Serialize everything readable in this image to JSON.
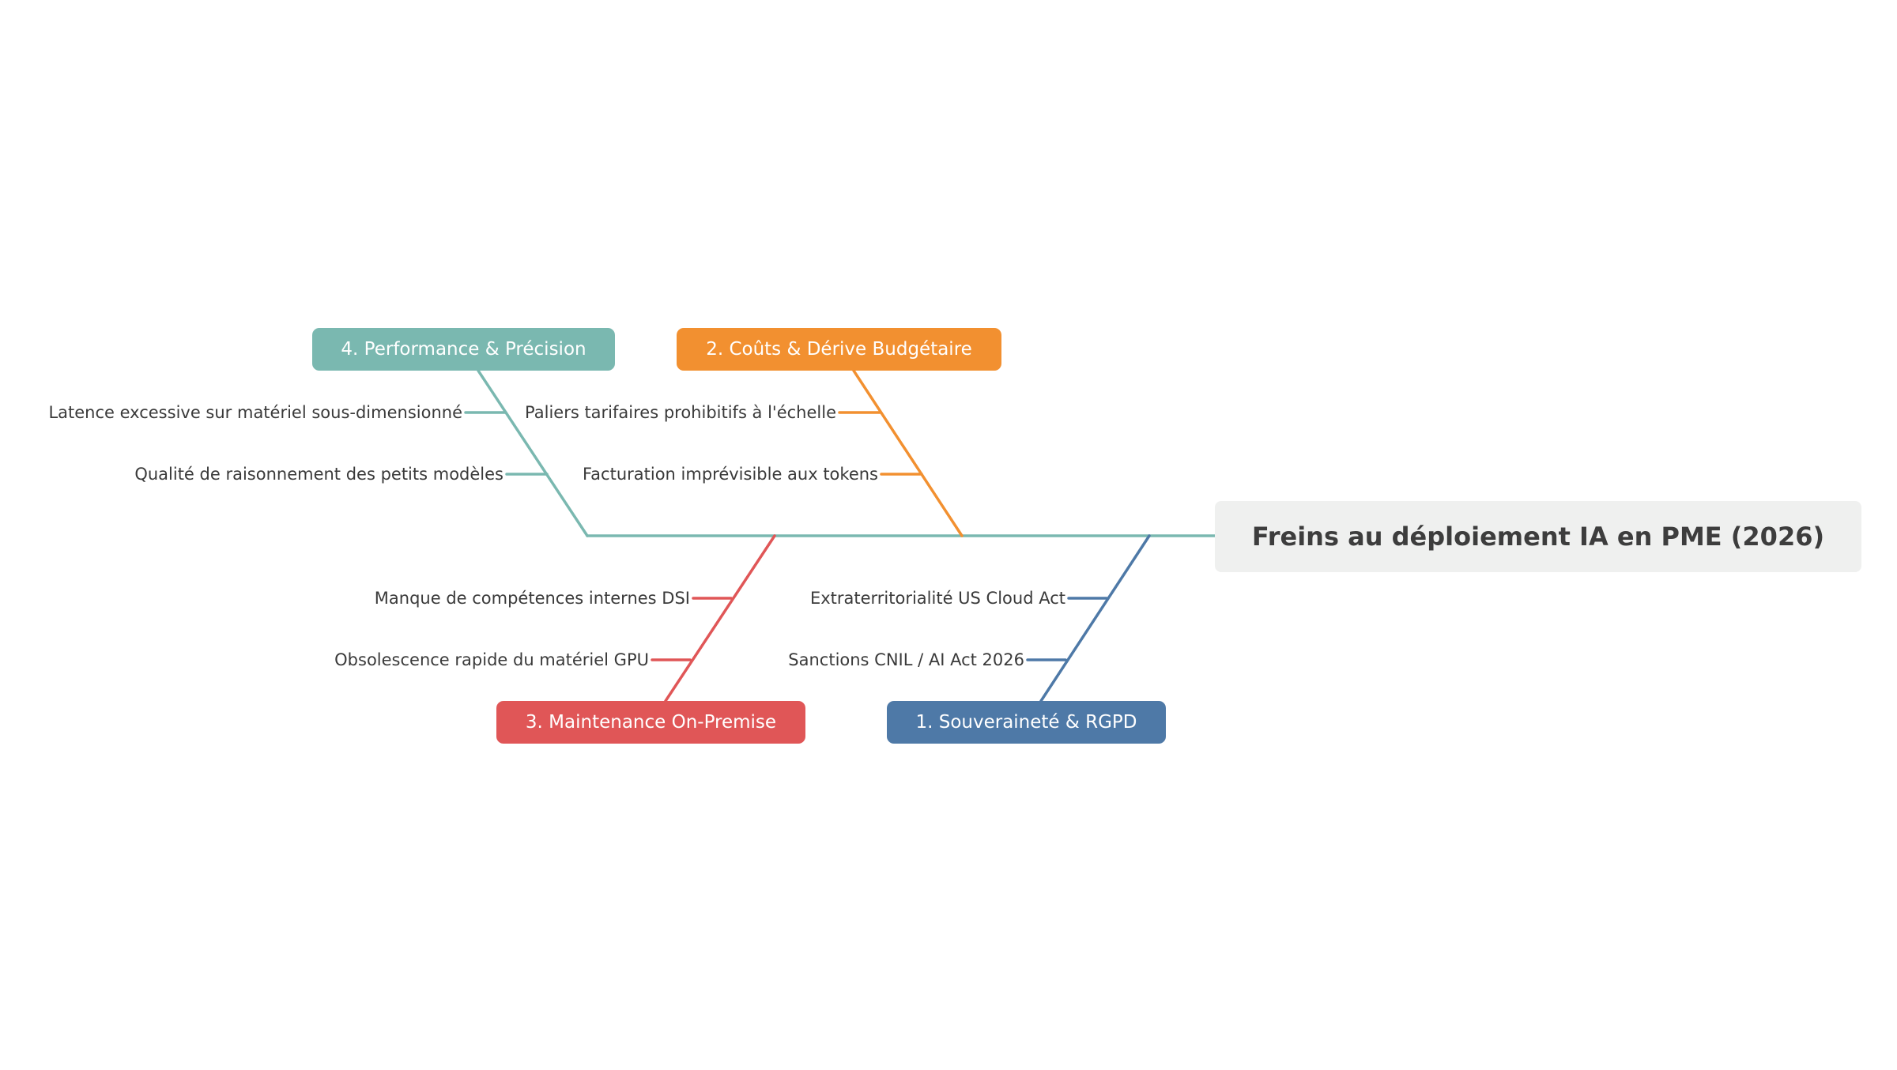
{
  "effect": {
    "label": "Freins au déploiement IA en PME (2026)"
  },
  "spine_color": "#7ab8b0",
  "categories": [
    {
      "id": "performance",
      "label": "4. Performance & Précision",
      "color": "#7ab8b0",
      "causes": [
        "Latence excessive sur matériel sous-dimensionné",
        "Qualité de raisonnement des petits modèles"
      ]
    },
    {
      "id": "couts",
      "label": "2. Coûts & Dérive Budgétaire",
      "color": "#f29030",
      "causes": [
        "Paliers tarifaires prohibitifs à l'échelle",
        "Facturation imprévisible aux tokens"
      ]
    },
    {
      "id": "maintenance",
      "label": "3. Maintenance On-Premise",
      "color": "#e05657",
      "causes": [
        "Manque de compétences internes DSI",
        "Obsolescence rapide du matériel GPU"
      ]
    },
    {
      "id": "souverainete",
      "label": "1. Souveraineté & RGPD",
      "color": "#4e79a7",
      "causes": [
        "Extraterritorialité US Cloud Act",
        "Sanctions CNIL / AI Act 2026"
      ]
    }
  ]
}
